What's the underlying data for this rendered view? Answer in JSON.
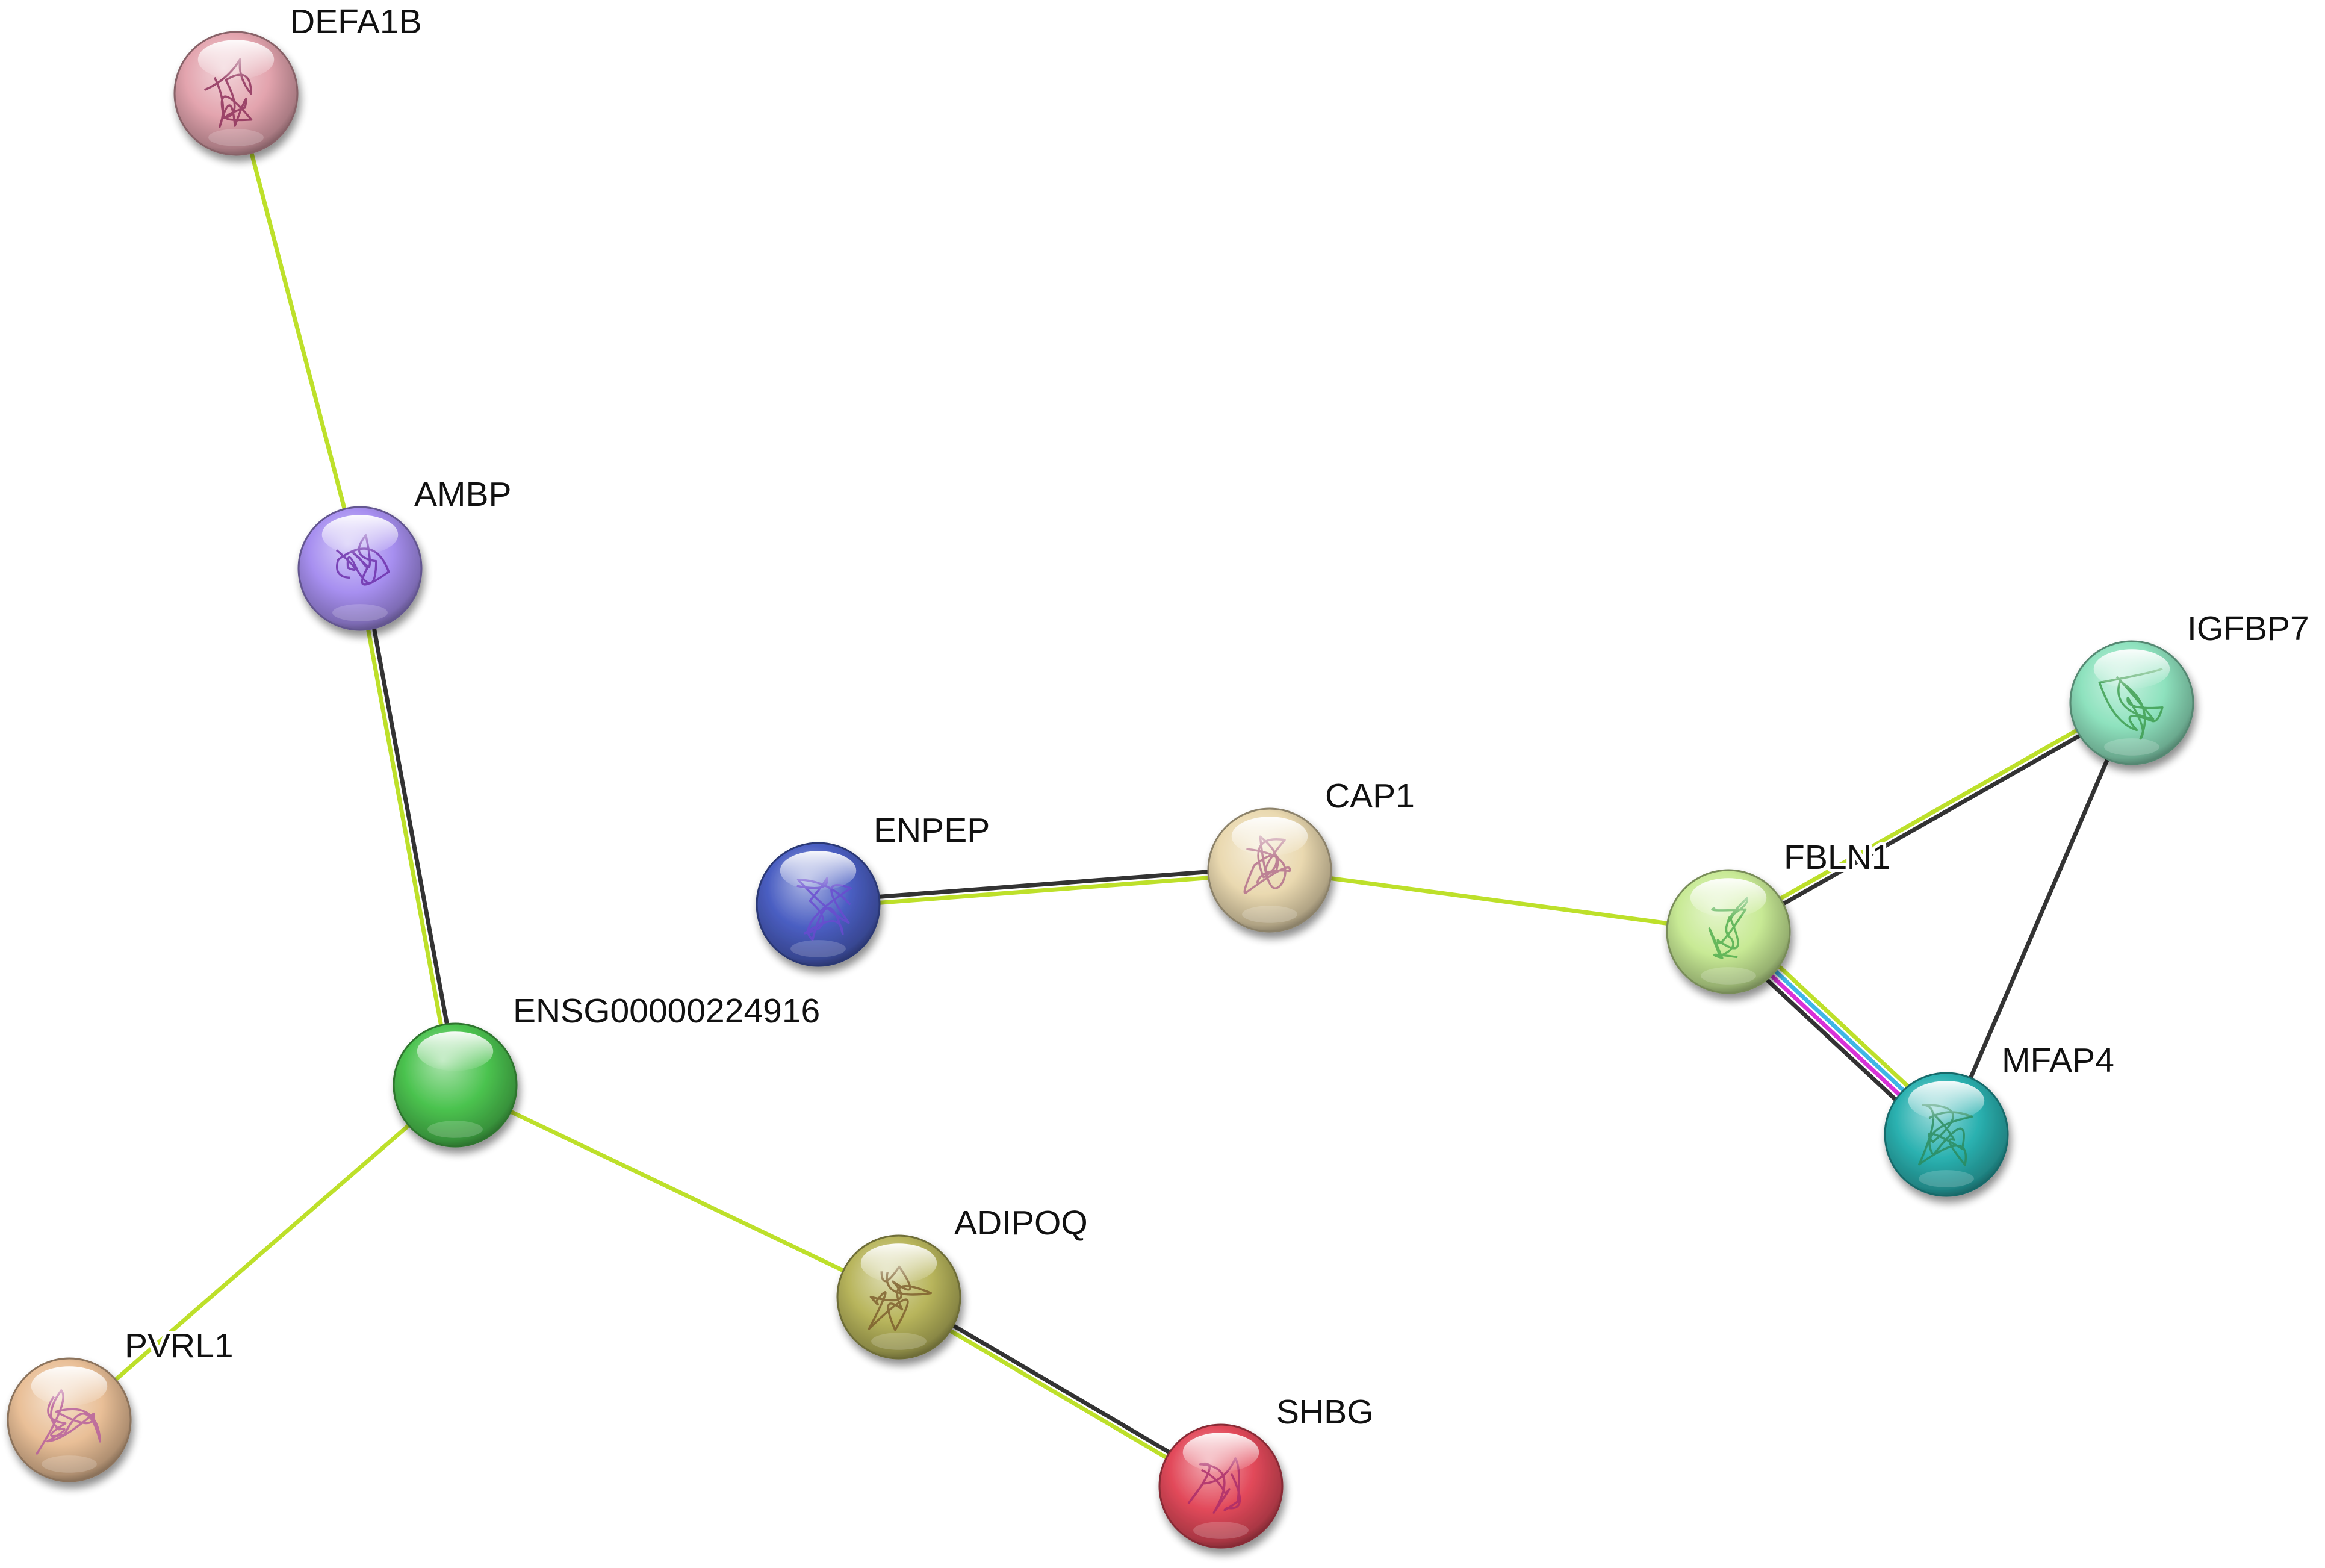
{
  "nodes": [
    {
      "id": "DEFA1B",
      "label": "DEFA1B",
      "color": "#e3a4ae",
      "struct_color": "#8a2a56"
    },
    {
      "id": "AMBP",
      "label": "AMBP",
      "color": "#a78ff0",
      "struct_color": "#6a2aa8"
    },
    {
      "id": "ENSG00000224916",
      "label": "ENSG00000224916",
      "color": "#4bc34f",
      "struct_color": null
    },
    {
      "id": "PVRL1",
      "label": "PVRL1",
      "color": "#e9bf97",
      "struct_color": "#b45a9c"
    },
    {
      "id": "ADIPOQ",
      "label": "ADIPOQ",
      "color": "#b8b55c",
      "struct_color": "#7a5a2a"
    },
    {
      "id": "SHBG",
      "label": "SHBG",
      "color": "#e2495a",
      "struct_color": "#a82a6a"
    },
    {
      "id": "ENPEP",
      "label": "ENPEP",
      "color": "#4a5ec2",
      "struct_color": "#6a4ad0"
    },
    {
      "id": "CAP1",
      "label": "CAP1",
      "color": "#ead9b0",
      "struct_color": "#b06a8a"
    },
    {
      "id": "FBLN1",
      "label": "FBLN1",
      "color": "#c8ea95",
      "struct_color": "#4aaa4a"
    },
    {
      "id": "IGFBP7",
      "label": "IGFBP7",
      "color": "#8ee2be",
      "struct_color": "#3a9a4a"
    },
    {
      "id": "MFAP4",
      "label": "MFAP4",
      "color": "#2ab1b0",
      "struct_color": "#2a8a5a"
    }
  ],
  "edges": [
    {
      "source": "DEFA1B",
      "target": "AMBP",
      "evidence": [
        "textmining"
      ]
    },
    {
      "source": "AMBP",
      "target": "ENSG00000224916",
      "evidence": [
        "coexpression",
        "textmining"
      ]
    },
    {
      "source": "ENSG00000224916",
      "target": "PVRL1",
      "evidence": [
        "textmining"
      ]
    },
    {
      "source": "ENSG00000224916",
      "target": "ADIPOQ",
      "evidence": [
        "textmining"
      ]
    },
    {
      "source": "ADIPOQ",
      "target": "SHBG",
      "evidence": [
        "coexpression",
        "textmining"
      ]
    },
    {
      "source": "ENPEP",
      "target": "CAP1",
      "evidence": [
        "coexpression",
        "textmining"
      ]
    },
    {
      "source": "CAP1",
      "target": "FBLN1",
      "evidence": [
        "textmining"
      ]
    },
    {
      "source": "FBLN1",
      "target": "IGFBP7",
      "evidence": [
        "textmining",
        "coexpression"
      ]
    },
    {
      "source": "IGFBP7",
      "target": "MFAP4",
      "evidence": [
        "coexpression"
      ]
    },
    {
      "source": "FBLN1",
      "target": "MFAP4",
      "evidence": [
        "textmining",
        "database",
        "experiments",
        "coexpression"
      ]
    }
  ],
  "evidence_colors": {
    "textmining": "#bde02a",
    "coexpression": "#333333",
    "database": "#3fb6e6",
    "experiments": "#d832d8"
  }
}
